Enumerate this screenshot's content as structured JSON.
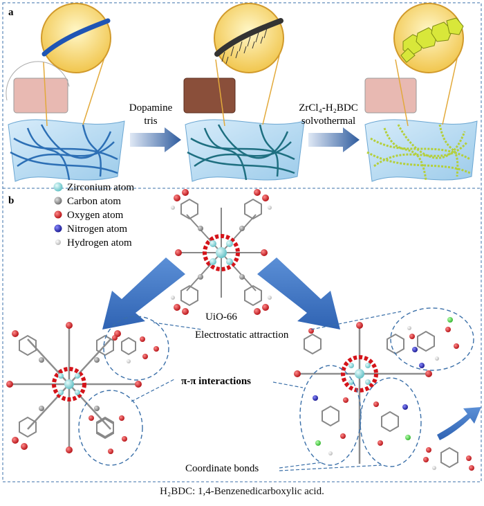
{
  "panel_a": {
    "label": "a",
    "step1_line1": "Dopamine",
    "step1_line2": "tris",
    "step2_line1": "ZrCl₄-H₂BDC",
    "step2_line2": "solvothermal"
  },
  "panel_b": {
    "label": "b",
    "legend": [
      {
        "label": "Zirconium atom",
        "color": "#7fd4d8"
      },
      {
        "label": "Carbon atom",
        "color": "#8c8c8c"
      },
      {
        "label": "Oxygen atom",
        "color": "#d4141a"
      },
      {
        "label": "Nitrogen atom",
        "color": "#1a1aa8"
      },
      {
        "label": "Hydrogen atom",
        "color": "#cfcfcf"
      }
    ],
    "center_label": "UiO-66",
    "annotation_electrostatic": "Electrostatic attraction",
    "annotation_pipi": "π-π interactions",
    "annotation_coordinate": "Coordinate bonds"
  },
  "caption": "H₂BDC: 1,4-Benzenedicarboxylic acid."
}
